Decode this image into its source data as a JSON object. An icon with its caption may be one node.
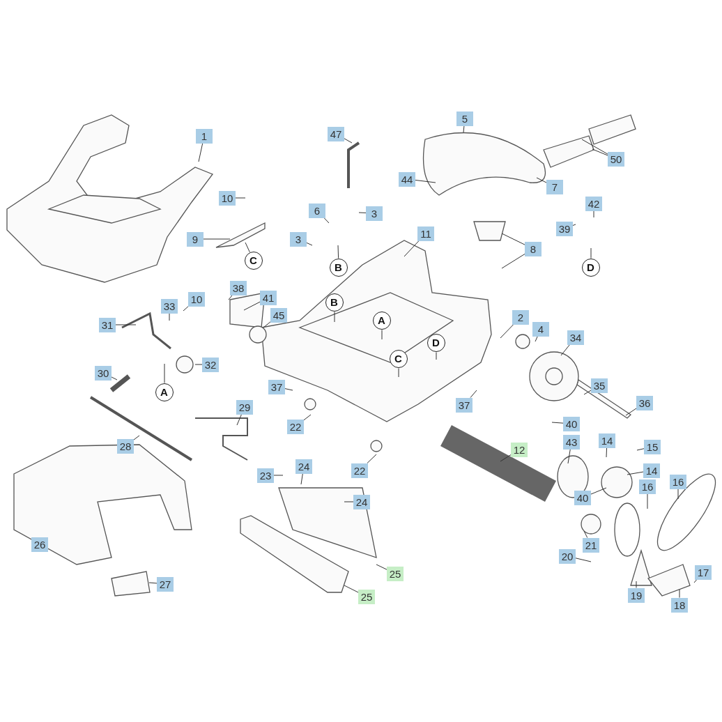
{
  "diagram": {
    "nodes": [
      {
        "text": [
          "1"
        ]
      },
      {
        "text": [
          "47"
        ]
      },
      {
        "text": [
          "5"
        ]
      },
      {
        "text": [
          "50"
        ]
      },
      {
        "text": [
          "44"
        ]
      },
      {
        "text": [
          "7"
        ]
      },
      {
        "text": [
          "10"
        ]
      },
      {
        "text": [
          "6"
        ]
      },
      {
        "text": [
          "3"
        ]
      },
      {
        "text": [
          "42"
        ]
      },
      {
        "text": [
          "39"
        ]
      },
      {
        "text": [
          "9"
        ]
      },
      {
        "text": [
          "11"
        ]
      },
      {
        "text": [
          "3"
        ]
      },
      {
        "text": [
          "8"
        ]
      },
      {
        "text": [
          "C"
        ]
      },
      {
        "text": [
          "B"
        ]
      },
      {
        "text": [
          "D"
        ]
      },
      {
        "text": [
          "38"
        ]
      },
      {
        "text": [
          "41"
        ]
      },
      {
        "text": [
          "10"
        ]
      },
      {
        "text": [
          "33"
        ]
      },
      {
        "text": [
          "B"
        ]
      },
      {
        "text": [
          "45"
        ]
      },
      {
        "text": [
          "A"
        ]
      },
      {
        "text": [
          "31"
        ]
      },
      {
        "text": [
          "2"
        ]
      },
      {
        "text": [
          "4"
        ]
      },
      {
        "text": [
          "34"
        ]
      },
      {
        "text": [
          "D"
        ]
      },
      {
        "text": [
          "C"
        ]
      },
      {
        "text": [
          "32"
        ]
      },
      {
        "text": [
          "30"
        ]
      },
      {
        "text": [
          "A"
        ]
      },
      {
        "text": [
          "37"
        ]
      },
      {
        "text": [
          "35"
        ]
      },
      {
        "text": [
          "37"
        ]
      },
      {
        "text": [
          "36"
        ]
      },
      {
        "text": [
          "29"
        ]
      },
      {
        "text": [
          "22"
        ]
      },
      {
        "text": [
          "28"
        ]
      },
      {
        "text": [
          "12"
        ]
      },
      {
        "text": [
          "40"
        ]
      },
      {
        "text": [
          "43"
        ]
      },
      {
        "text": [
          "14"
        ]
      },
      {
        "text": [
          "15"
        ]
      },
      {
        "text": [
          "22"
        ]
      },
      {
        "text": [
          "14"
        ]
      },
      {
        "text": [
          "23"
        ]
      },
      {
        "text": [
          "24"
        ]
      },
      {
        "text": [
          "16"
        ]
      },
      {
        "text": [
          "16"
        ]
      },
      {
        "text": [
          "40"
        ]
      },
      {
        "text": [
          "24"
        ]
      },
      {
        "text": [
          "26"
        ]
      },
      {
        "text": [
          "21"
        ]
      },
      {
        "text": [
          "20"
        ]
      },
      {
        "text": [
          "17"
        ]
      },
      {
        "text": [
          "25"
        ]
      },
      {
        "text": [
          "27"
        ]
      },
      {
        "text": [
          "25"
        ]
      },
      {
        "text": [
          "19"
        ]
      },
      {
        "text": [
          "18"
        ]
      }
    ],
    "edges": [
      {
        "from": 0,
        "to": null,
        "arrow": "none"
      },
      {
        "from": 1,
        "to": null,
        "arrow": "none"
      },
      {
        "from": 2,
        "to": null,
        "arrow": "none"
      },
      {
        "from": 3,
        "to": null,
        "arrow": "none"
      },
      {
        "from": 3,
        "to": null,
        "arrow": "none"
      },
      {
        "from": 4,
        "to": null,
        "arrow": "none"
      },
      {
        "from": 5,
        "to": null,
        "arrow": "none"
      },
      {
        "from": 6,
        "to": null,
        "arrow": "none"
      },
      {
        "from": 7,
        "to": null,
        "arrow": "none"
      },
      {
        "from": 8,
        "to": null,
        "arrow": "none"
      },
      {
        "from": 9,
        "to": null,
        "arrow": "none"
      },
      {
        "from": 10,
        "to": null,
        "arrow": "none"
      },
      {
        "from": 11,
        "to": null,
        "arrow": "none"
      },
      {
        "from": 12,
        "to": null,
        "arrow": "none"
      },
      {
        "from": 13,
        "to": null,
        "arrow": "none"
      },
      {
        "from": 14,
        "to": null,
        "arrow": "none"
      },
      {
        "from": 14,
        "to": null,
        "arrow": "none"
      },
      {
        "from": null,
        "to": 15,
        "arrow": "none"
      },
      {
        "from": null,
        "to": 16,
        "arrow": "none"
      },
      {
        "from": null,
        "to": 17,
        "arrow": "none"
      },
      {
        "from": 18,
        "to": null,
        "arrow": "none"
      },
      {
        "from": 19,
        "to": null,
        "arrow": "none"
      },
      {
        "from": 20,
        "to": null,
        "arrow": "none"
      },
      {
        "from": 21,
        "to": null,
        "arrow": "none"
      },
      {
        "from": null,
        "to": 22,
        "arrow": "none"
      },
      {
        "from": 23,
        "to": null,
        "arrow": "none"
      },
      {
        "from": null,
        "to": 24,
        "arrow": "none"
      },
      {
        "from": 25,
        "to": null,
        "arrow": "none"
      },
      {
        "from": 26,
        "to": null,
        "arrow": "none"
      },
      {
        "from": 27,
        "to": null,
        "arrow": "none"
      },
      {
        "from": 28,
        "to": null,
        "arrow": "none"
      },
      {
        "from": null,
        "to": 29,
        "arrow": "none"
      },
      {
        "from": null,
        "to": 30,
        "arrow": "none"
      },
      {
        "from": 31,
        "to": null,
        "arrow": "none"
      },
      {
        "from": 32,
        "to": null,
        "arrow": "none"
      },
      {
        "from": null,
        "to": 33,
        "arrow": "none"
      },
      {
        "from": 34,
        "to": null,
        "arrow": "none"
      },
      {
        "from": 35,
        "to": null,
        "arrow": "none"
      },
      {
        "from": 36,
        "to": null,
        "arrow": "none"
      },
      {
        "from": 37,
        "to": null,
        "arrow": "none"
      },
      {
        "from": 38,
        "to": null,
        "arrow": "none"
      },
      {
        "from": 39,
        "to": null,
        "arrow": "none"
      },
      {
        "from": 40,
        "to": null,
        "arrow": "none"
      },
      {
        "from": 41,
        "to": null,
        "arrow": "none"
      },
      {
        "from": 42,
        "to": null,
        "arrow": "none"
      },
      {
        "from": 43,
        "to": null,
        "arrow": "none"
      },
      {
        "from": 44,
        "to": null,
        "arrow": "none"
      },
      {
        "from": 45,
        "to": null,
        "arrow": "none"
      },
      {
        "from": 46,
        "to": null,
        "arrow": "none"
      },
      {
        "from": 47,
        "to": null,
        "arrow": "none"
      },
      {
        "from": 48,
        "to": null,
        "arrow": "none"
      },
      {
        "from": 49,
        "to": null,
        "arrow": "none"
      },
      {
        "from": 50,
        "to": null,
        "arrow": "none"
      },
      {
        "from": 51,
        "to": null,
        "arrow": "none"
      },
      {
        "from": 52,
        "to": null,
        "arrow": "none"
      },
      {
        "from": 53,
        "to": null,
        "arrow": "none"
      },
      {
        "from": 55,
        "to": null,
        "arrow": "none"
      },
      {
        "from": 56,
        "to": null,
        "arrow": "none"
      },
      {
        "from": 57,
        "to": null,
        "arrow": "none"
      },
      {
        "from": 58,
        "to": null,
        "arrow": "none"
      },
      {
        "from": 59,
        "to": null,
        "arrow": "none"
      },
      {
        "from": 60,
        "to": null,
        "arrow": "none"
      },
      {
        "from": 61,
        "to": null,
        "arrow": "none"
      },
      {
        "from": 62,
        "to": null,
        "arrow": "none"
      }
    ]
  }
}
